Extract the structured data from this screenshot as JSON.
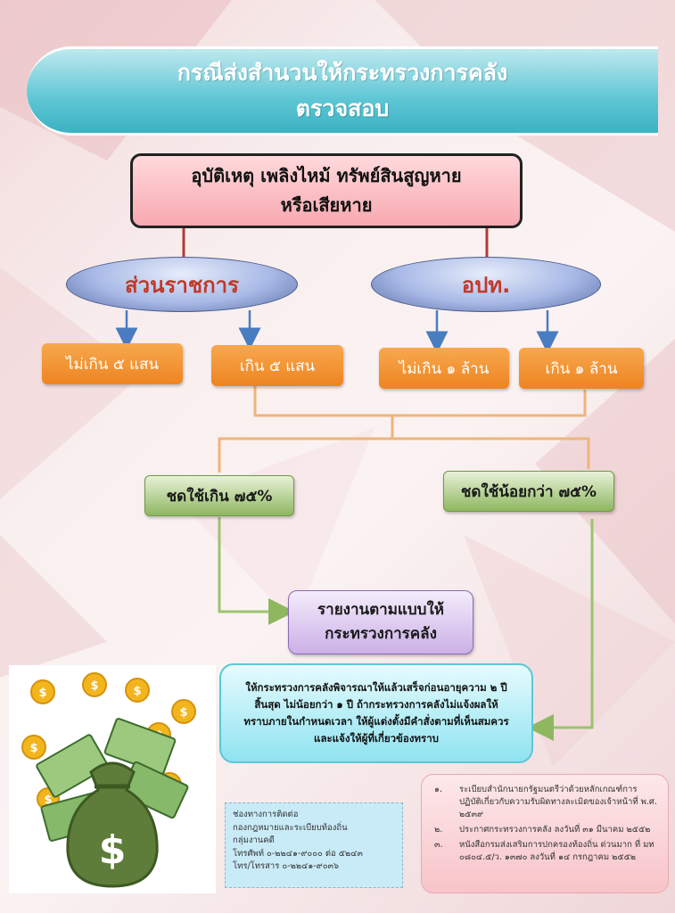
{
  "title": {
    "line1": "กรณีส่งสำนวนให้กระทรวงการคลัง",
    "line2": "ตรวจสอบ"
  },
  "top_box": {
    "line1": "อุบัติเหตุ เพลิงไหม้ ทรัพย์สินสูญหาย",
    "line2": "หรือเสียหาย"
  },
  "categories": {
    "left": "ส่วนราชการ",
    "right": "อปท."
  },
  "thresholds": {
    "t1": "ไม่เกิน ๕ แสน",
    "t2": "เกิน ๕ แสน",
    "t3": "ไม่เกิน ๑ ล้าน",
    "t4": "เกิน ๑ ล้าน"
  },
  "compensation": {
    "over": "ชดใช้เกิน ๗๕%",
    "under": "ชดใช้น้อยกว่า ๗๕%"
  },
  "report": {
    "line1": "รายงานตามแบบให้",
    "line2": "กระทรวงการคลัง"
  },
  "note": {
    "line1": "ให้กระทรวงการคลังพิจารณาให้แล้วเสร็จก่อนอายุความ ๒ ปี",
    "line2": "สิ้นสุด ไม่น้อยกว่า ๑ ปี ถ้ากระทรวงการคลังไม่แจ้งผลให้",
    "line3": "ทราบภายในกำหนดเวลา ให้ผู้แต่งตั้งมีคำสั่งตามที่เห็นสมควร",
    "line4": "และแจ้งให้ผู้ที่เกี่ยวข้องทราบ"
  },
  "contact": {
    "line1": "ช่องทางการติดต่อ",
    "line2": "กองกฎหมายและระเบียบท้องถิ่น",
    "line3": "กลุ่มงานคดี",
    "line4": "โทรศัพท์ ๐-๒๒๔๑-๙๐๐๐ ต่อ ๕๒๔๓",
    "line5": "โทร/โทรสาร ๐-๒๒๔๑-๙๐๓๖"
  },
  "references": [
    {
      "num": "๑.",
      "text": "ระเบียบสำนักนายกรัฐมนตรีว่าด้วยหลักเกณฑ์การปฏิบัติเกี่ยวกับความรับผิดทางละเมิดของเจ้าหน้าที่ พ.ศ. ๒๕๓๙"
    },
    {
      "num": "๒.",
      "text": "ประกาศกระทรวงการคลัง ลงวันที่ ๓๑ มีนาคม ๒๕๕๒"
    },
    {
      "num": "๓.",
      "text": "หนังสือกรมส่งเสริมการปกครองท้องถิ่น ด่วนมาก ที่ มท ๐๘๐๔.๕/ว. ๑๓๗๐ ลงวันที่ ๑๔ กรกฎาคม ๒๕๕๒"
    }
  ],
  "money_icon": "money-bag-icon",
  "colors": {
    "banner": "#3bb2c3",
    "orange": "#ee8420",
    "green": "#8fb760",
    "purple": "#cbb0e6",
    "connector_red": "#b03a3a",
    "arrow_blue": "#4a7cc0"
  }
}
